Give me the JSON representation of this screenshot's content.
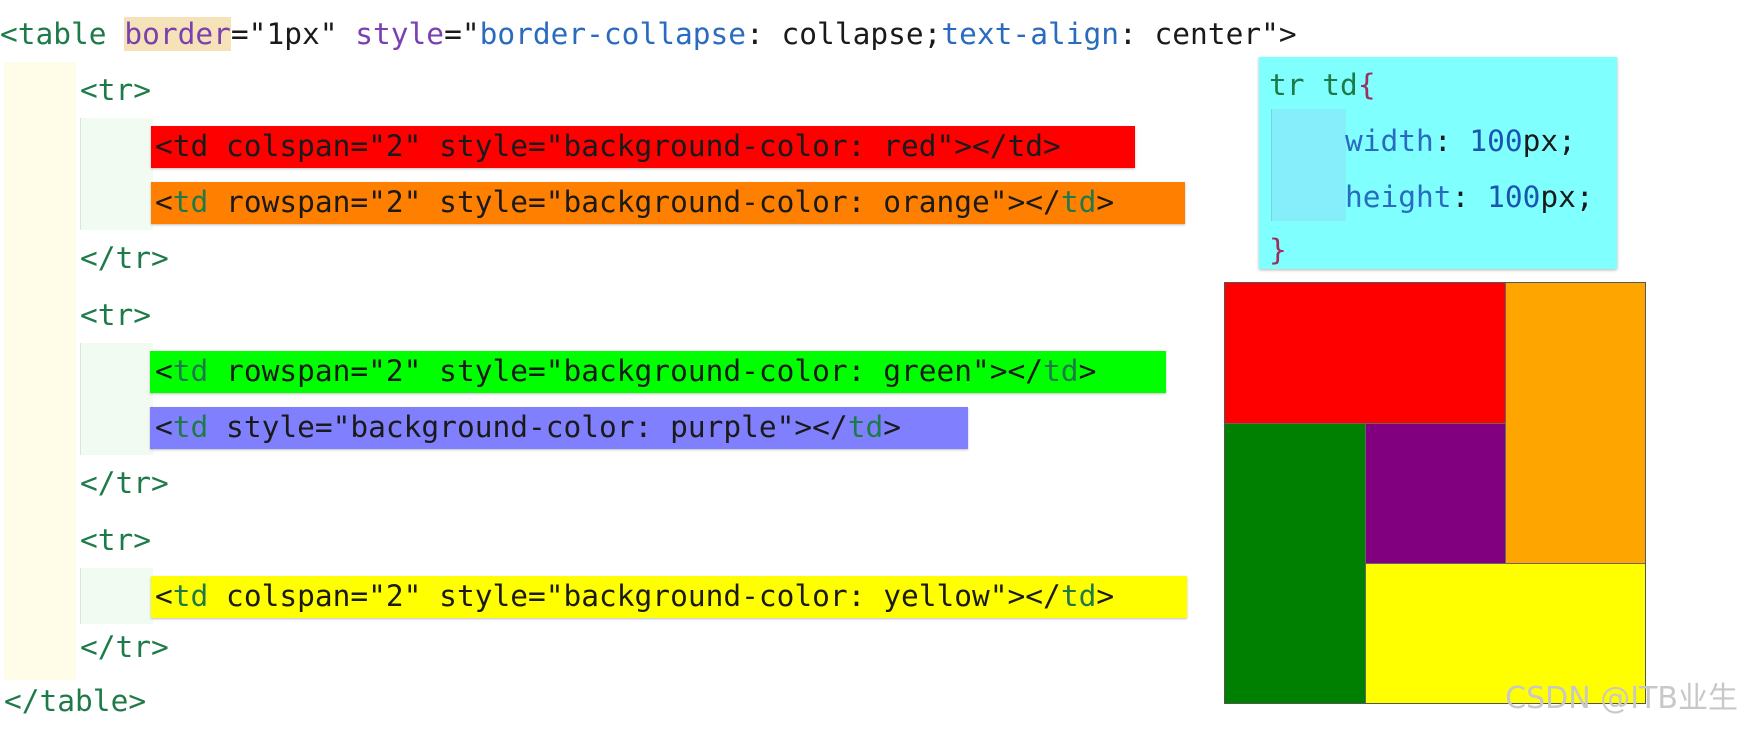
{
  "code": {
    "table_open": {
      "t1": "<table",
      "attr1": "border",
      "t2": "=\"1px\" ",
      "attr2": "style",
      "t3": "=\"",
      "v1": "border-collapse",
      "t4": ": collapse;",
      "v2": "text-align",
      "t5": ": center\">"
    },
    "tr_open_1": "<tr>",
    "td_red": "<td colspan=\"2\" style=\"background-color: red\"></td>",
    "td_orange": {
      "a": "<",
      "b": "td",
      "c": " rowspan=\"2\" style=\"background-color: orange\"></",
      "d": "td",
      "e": ">"
    },
    "tr_close_1": "</tr>",
    "tr_open_2": "<tr>",
    "td_green": {
      "a": "<",
      "b": "td",
      "c": " rowspan=\"2\" style=\"background-color: green\"></",
      "d": "td",
      "e": ">"
    },
    "td_purple": {
      "a": "<",
      "b": "td",
      "c": " style=\"background-color: purple\"></",
      "d": "td",
      "e": ">"
    },
    "tr_close_2": "</tr>",
    "tr_open_3": "<tr>",
    "td_yellow": {
      "a": "<",
      "b": "td",
      "c": " colspan=\"2\" style=\"background-color: yellow\"></",
      "d": "td",
      "e": ">"
    },
    "tr_close_3": "</tr>",
    "table_close": "</table>"
  },
  "css_snippet": {
    "selector": "tr td",
    "open_brace": "{",
    "width_prop": "width",
    "width_val": "100",
    "width_unit": "px;",
    "height_prop": "height",
    "height_val": "100",
    "height_unit": "px;",
    "close_brace": "}",
    "colon": ": "
  },
  "colors": {
    "red": "#ff0000",
    "orange": "#ffa500",
    "green": "#008000",
    "purple": "#800080",
    "yellow": "#ffff00",
    "hl_red": "#ff0000",
    "hl_orange": "#ff7f00",
    "hl_green": "#00ff00",
    "hl_purple": "#8080ff",
    "hl_yellow": "#ffff00",
    "css_box": "#80ffff"
  },
  "watermark": "CSDN @ITB业生"
}
